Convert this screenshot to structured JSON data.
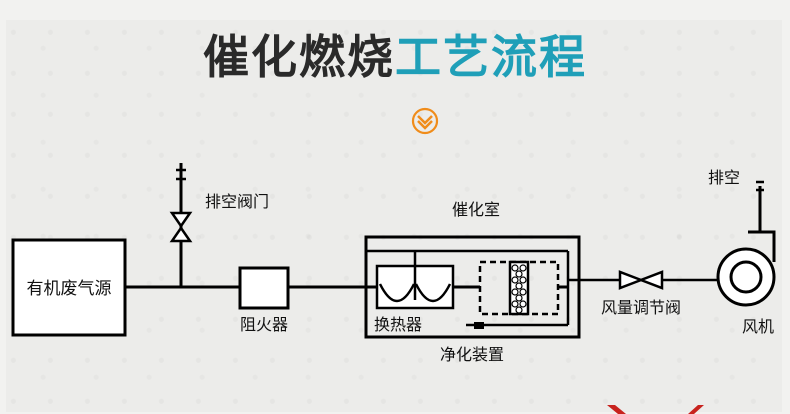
{
  "title": {
    "part1": "催化燃烧",
    "part2": "工艺流程"
  },
  "colors": {
    "title_dark": "#2a2a2a",
    "title_accent": "#1f9fb8",
    "badge": "#f08c1a",
    "corner_mark": "#c8231e",
    "line": "#000000"
  },
  "icons": {
    "badge": "chevron-down-icon"
  },
  "labels": {
    "source": "有机废气源",
    "vent_valve": "排空阀门",
    "flame_arrestor": "阻火器",
    "catalytic_chamber": "催化室",
    "heat_exchanger": "换热器",
    "purifier": "净化装置",
    "regulating_valve": "风量调节阀",
    "fan_vent": "排空",
    "fan": "风机"
  }
}
